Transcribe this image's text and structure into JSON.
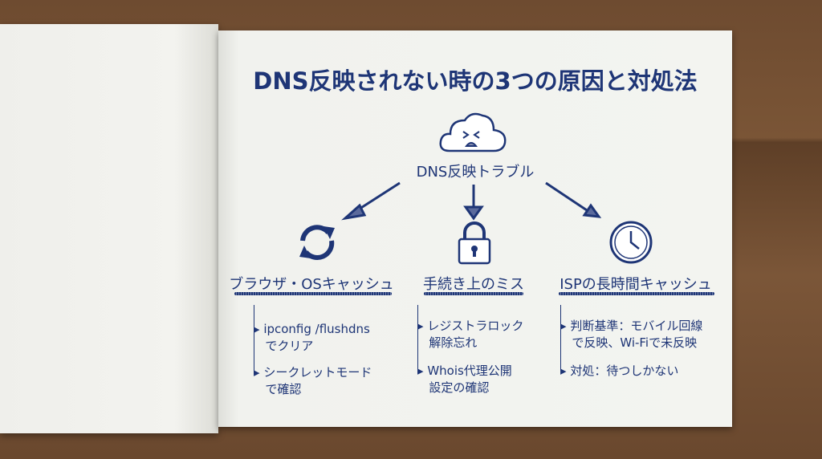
{
  "title": "DNS反映されない時の3つの原因と対処法",
  "center": {
    "label": "DNS反映トラブル",
    "icon": "sad-cloud-icon"
  },
  "colors": {
    "ink": "#1e3576",
    "paper": "#f3f4f0",
    "wood": "#6e4b30"
  },
  "branches": [
    {
      "heading": "ブラウザ・OSキャッシュ",
      "icon": "sync-icon",
      "items": [
        [
          "ipconfig /flushdns",
          "でクリア"
        ],
        [
          "シークレットモード",
          "で確認"
        ]
      ]
    },
    {
      "heading": "手続き上のミス",
      "icon": "lock-icon",
      "items": [
        [
          "レジストラロック",
          "解除忘れ"
        ],
        [
          "Whois代理公開",
          "設定の確認"
        ]
      ]
    },
    {
      "heading": "ISPの長時間キャッシュ",
      "icon": "clock-icon",
      "items": [
        [
          "判断基準：モバイル回線",
          "で反映、Wi-Fiで未反映"
        ],
        [
          "対処：待つしかない",
          ""
        ]
      ]
    }
  ]
}
